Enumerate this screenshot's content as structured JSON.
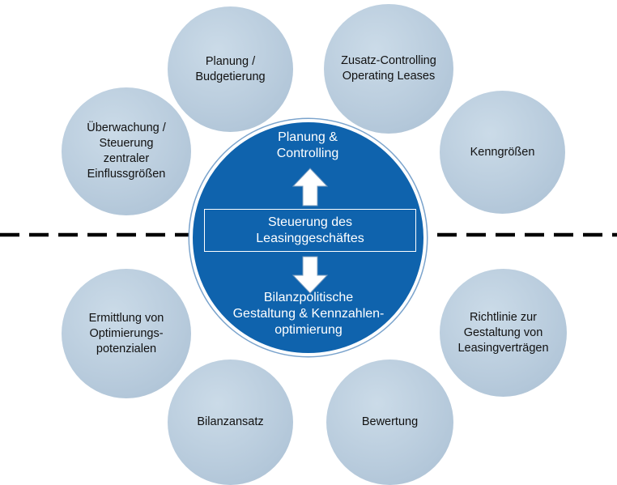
{
  "center": {
    "top_label": "Planung &\nControlling",
    "middle_label": "Steuerung des\nLeasinggeschäftes",
    "bottom_label": "Bilanzpolitische\nGestaltung & Kennzahlen-\noptimierung"
  },
  "satellites": {
    "planung": "Planung /\nBudgetierung",
    "zusatz": "Zusatz-Controlling\nOperating Leases",
    "ueberwachung": "Überwachung /\nSteuerung\nzentraler\nEinflussgrößen",
    "kenngroessen": "Kenngrößen",
    "ermittlung": "Ermittlung von\nOptimierungs-\npotenzialen",
    "richtlinie": "Richtlinie zur\nGestaltung von\nLeasingverträgen",
    "bilanzansatz": "Bilanzansatz",
    "bewertung": "Bewertung"
  },
  "colors": {
    "center_fill": "#0f63ad",
    "satellite_fill": "#b9ccdd",
    "divider": "#000000"
  }
}
